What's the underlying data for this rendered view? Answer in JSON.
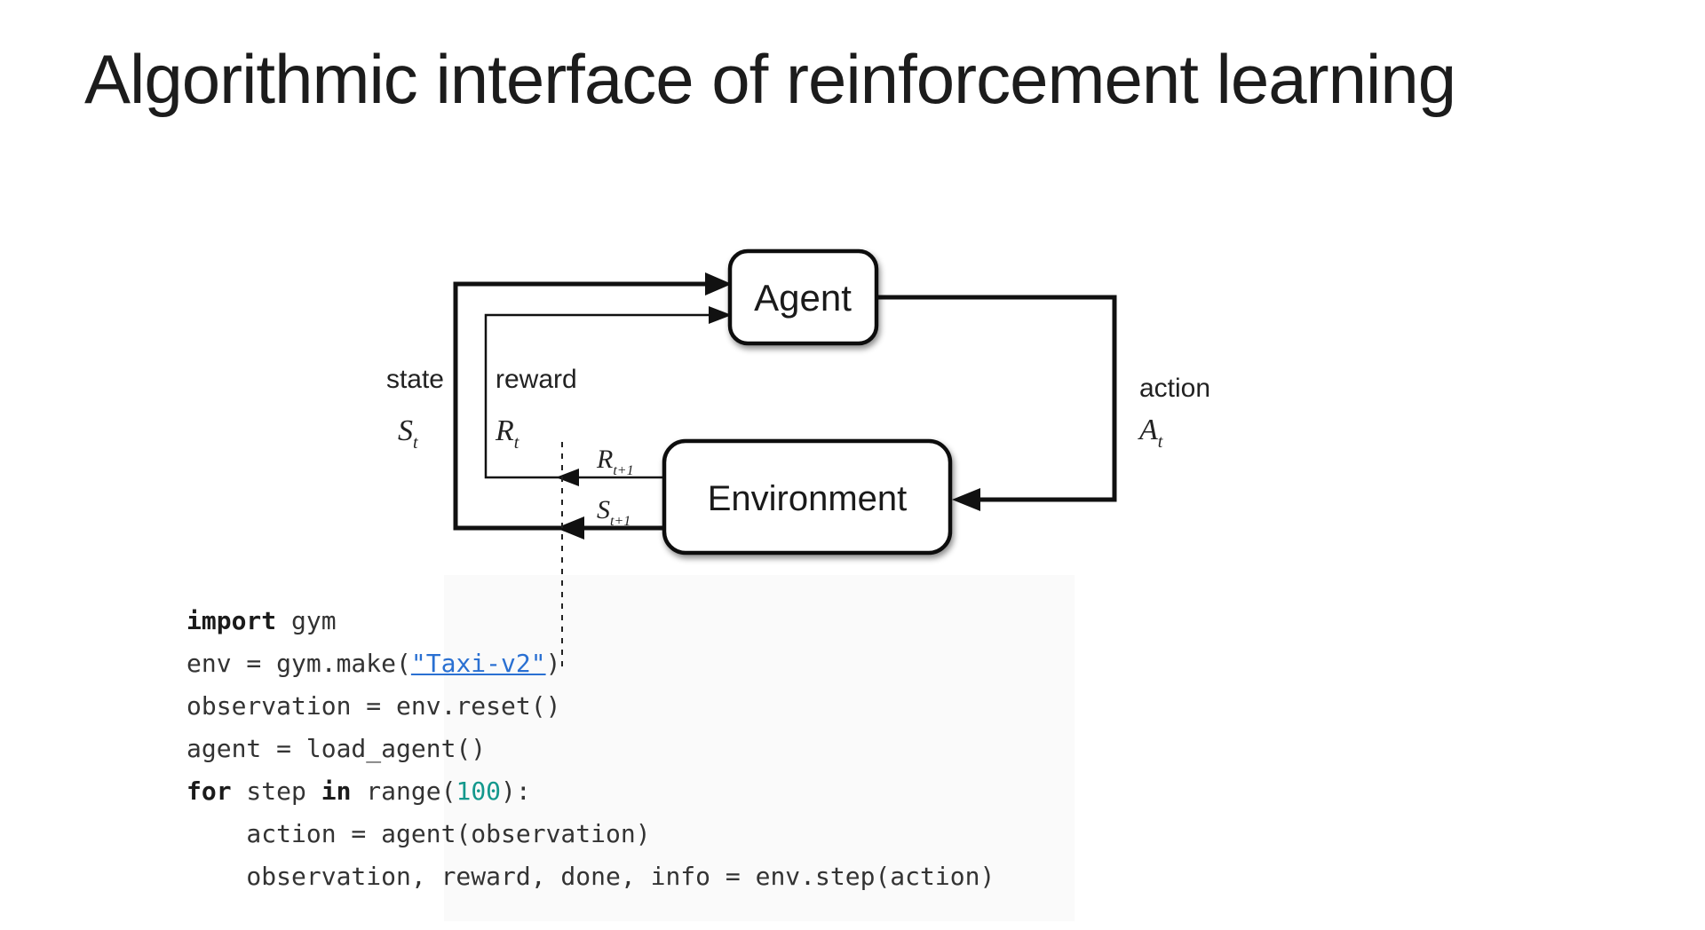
{
  "slide": {
    "title": "Algorithmic interface of reinforcement learning"
  },
  "diagram": {
    "agent_label": "Agent",
    "environment_label": "Environment",
    "state_label": "state",
    "state_symbol": "S",
    "state_sub": "t",
    "reward_label": "reward",
    "reward_symbol": "R",
    "reward_sub": "t",
    "action_label": "action",
    "action_symbol": "A",
    "action_sub": "t",
    "next_reward_symbol": "R",
    "next_reward_sub": "t+1",
    "next_state_symbol": "S",
    "next_state_sub": "t+1"
  },
  "code": {
    "lines": [
      [
        {
          "t": "import",
          "s": "kw"
        },
        {
          "t": " gym",
          "s": "plain"
        }
      ],
      [
        {
          "t": "env = gym.make(",
          "s": "plain"
        },
        {
          "t": "\"Taxi-v2\"",
          "s": "link"
        },
        {
          "t": ")",
          "s": "plain"
        }
      ],
      [
        {
          "t": "observation = env.reset()",
          "s": "plain"
        }
      ],
      [
        {
          "t": "agent = load_agent()",
          "s": "plain"
        }
      ],
      [
        {
          "t": "for",
          "s": "kw"
        },
        {
          "t": " step ",
          "s": "plain"
        },
        {
          "t": "in",
          "s": "kw"
        },
        {
          "t": " range(",
          "s": "plain"
        },
        {
          "t": "100",
          "s": "num"
        },
        {
          "t": "):",
          "s": "plain"
        }
      ],
      [
        {
          "t": "    action = agent(observation)",
          "s": "plain"
        }
      ],
      [
        {
          "t": "    observation, reward, done, info = env.step(action)",
          "s": "plain"
        }
      ]
    ]
  },
  "colors": {
    "diagram_stroke": "#111111",
    "code_text": "#333333",
    "keyword": "#1b1b1b",
    "link_blue": "#2a70d2",
    "number_teal": "#13988d"
  }
}
